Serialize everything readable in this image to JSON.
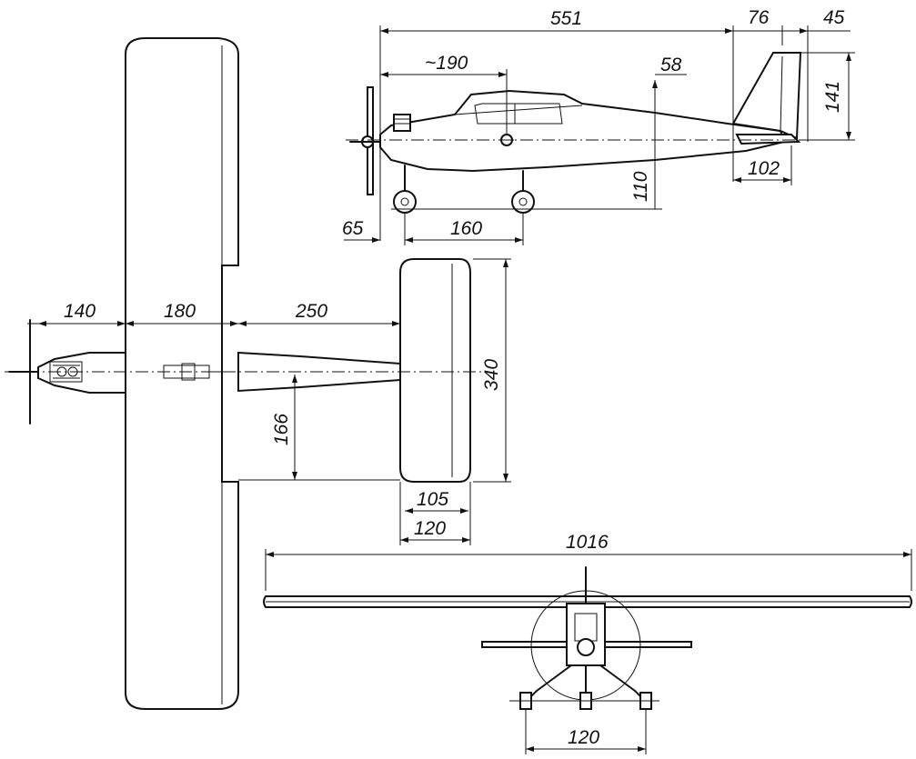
{
  "colors": {
    "ink": "#111111",
    "paper": "#ffffff"
  },
  "dimensions": {
    "side_view": {
      "overall_length": "551",
      "tail_tip": "76",
      "tail_end": "45",
      "nose_to_cg": "~190",
      "wing_height": "58",
      "fin_height": "141",
      "gear_height": "110",
      "tail_chord": "102",
      "prop_offset": "65",
      "wheelbase": "160"
    },
    "top_view": {
      "nose_length": "140",
      "wing_chord": "180",
      "tail_moment": "250",
      "stab_offset": "166",
      "stab_span": "340",
      "stab_chord_inner": "105",
      "stab_chord_outer": "120"
    },
    "front_view": {
      "wing_span": "1016",
      "track": "120"
    }
  }
}
